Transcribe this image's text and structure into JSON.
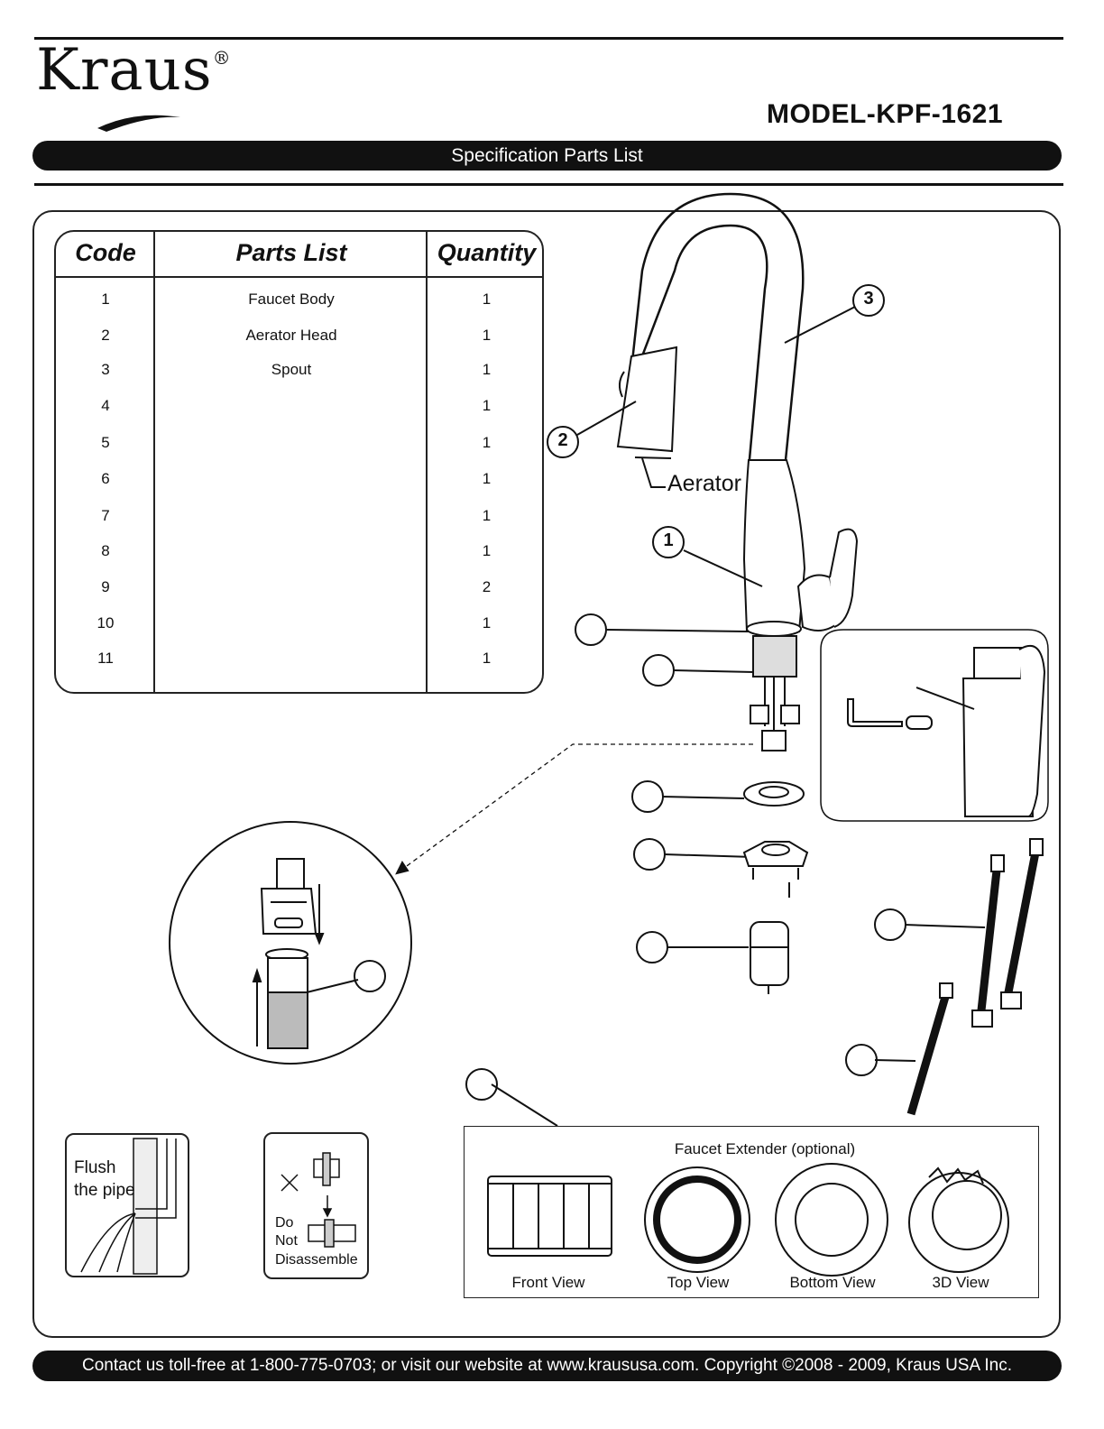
{
  "brand": {
    "name": "Kraus",
    "registered": "®"
  },
  "model": "MODEL-KPF-1621",
  "banner_title": "Specification Parts List",
  "parts_table": {
    "headers": {
      "code": "Code",
      "parts": "Parts List",
      "quantity": "Quantity"
    },
    "rows": [
      {
        "code": "1",
        "name": "Faucet Body",
        "qty": "1"
      },
      {
        "code": "2",
        "name": "Aerator Head",
        "qty": "1"
      },
      {
        "code": "3",
        "name": "Spout",
        "qty": "1"
      },
      {
        "code": "4",
        "name": "",
        "qty": "1"
      },
      {
        "code": "5",
        "name": "",
        "qty": "1"
      },
      {
        "code": "6",
        "name": "",
        "qty": "1"
      },
      {
        "code": "7",
        "name": "",
        "qty": "1"
      },
      {
        "code": "8",
        "name": "",
        "qty": "1"
      },
      {
        "code": "9",
        "name": "",
        "qty": "2"
      },
      {
        "code": "10",
        "name": "",
        "qty": "1"
      },
      {
        "code": "11",
        "name": "",
        "qty": "1"
      }
    ]
  },
  "callouts": {
    "c1": "1",
    "c2": "2",
    "c3": "3"
  },
  "aerator_label": "Aerator",
  "flush_note": {
    "line1": "Flush",
    "line2": "the pipe"
  },
  "disassemble_note": {
    "line1": "Do",
    "line2": "Not",
    "line3": "Disassemble"
  },
  "extender": {
    "title": "Faucet Extender (optional)",
    "views": [
      "Front View",
      "Top View",
      "Bottom View",
      "3D View"
    ]
  },
  "footer": "Contact us toll-free at 1-800-775-0703; or visit our website at www.kraususa.com. Copyright ©2008 - 2009, Kraus USA Inc."
}
